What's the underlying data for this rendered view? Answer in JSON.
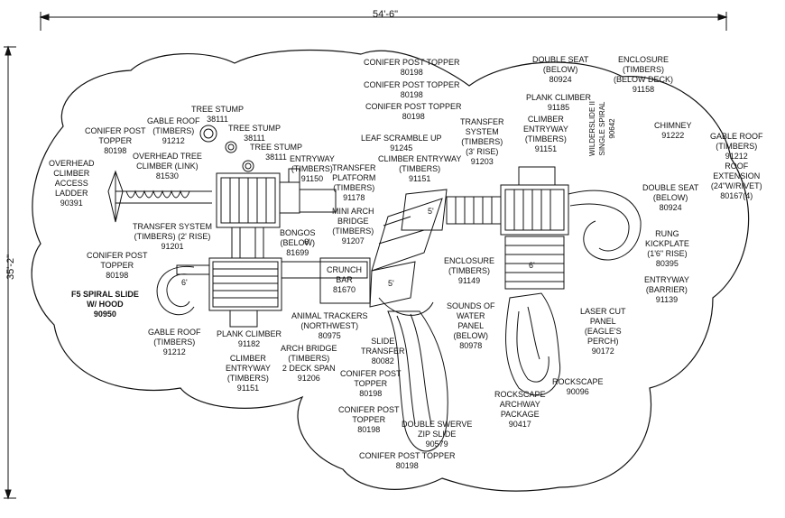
{
  "dimensions": {
    "width": "54'-6\"",
    "height": "35'-2\""
  },
  "labels": {
    "conifer_top_1": "CONIFER POST TOPPER\n80198",
    "conifer_top_2": "CONIFER POST TOPPER\n80198",
    "conifer_top_3": "CONIFER POST TOPPER\n80198",
    "double_seat_top": "DOUBLE SEAT\n(BELOW)\n80924",
    "enclosure_below_deck": "ENCLOSURE\n(TIMBERS)\n(BELOW DECK)\n91158",
    "plank_climber_right": "PLANK CLIMBER\n91185",
    "climber_entryway_right": "CLIMBER\nENTRYWAY\n(TIMBERS)\n91151",
    "wilderslide": "WILDERSLIDE II\nSINGLE SPIRAL\n90642",
    "chimney": "CHIMNEY\n91222",
    "gable_roof_right": "GABLE ROOF\n(TIMBERS)\n91212\nROOF\nEXTENSION\n(24\"W/RIVET)\n80167(4)",
    "double_seat_right": "DOUBLE SEAT\n(BELOW)\n80924",
    "rung_kickplate": "RUNG\nKICKPLATE\n(1'6\" RISE)\n80395",
    "entryway_barrier": "ENTRYWAY\n(BARRIER)\n91139",
    "laser_cut_panel": "LASER CUT\nPANEL\n(EAGLE'S\nPERCH)\n90172",
    "rockscape": "ROCKSCAPE\n90096",
    "rockscape_archway": "ROCKSCAPE\nARCHWAY\nPACKAGE\n90417",
    "transfer_system_3": "TRANSFER\nSYSTEM\n(TIMBERS)\n(3' RISE)\n91203",
    "leaf_scramble": "LEAF SCRAMBLE UP\n91245",
    "climber_entryway_mid": "CLIMBER ENTRYWAY\n(TIMBERS)\n91151",
    "enclosure_mid": "ENCLOSURE\n(TIMBERS)\n91149",
    "sounds_water": "SOUNDS OF\nWATER\nPANEL\n(BELOW)\n80978",
    "slide_transfer": "SLIDE\nTRANSFER\n80082",
    "conifer_mid_1": "CONIFER POST\nTOPPER\n80198",
    "conifer_mid_2": "CONIFER POST\nTOPPER\n80198",
    "double_swerve": "DOUBLE SWERVE\nZIP SLIDE\n90579",
    "conifer_bottom": "CONIFER POST TOPPER\n80198",
    "conifer_left_top": "CONIFER POST\nTOPPER\n80198",
    "gable_roof_left_top": "GABLE ROOF\n(TIMBERS)\n91212",
    "tree_stump_1": "TREE STUMP\n38111",
    "tree_stump_2": "TREE STUMP\n38111",
    "tree_stump_3": "TREE STUMP\n38111",
    "entryway_timbers": "ENTRYWAY\n(TIMBERS)\n91150",
    "transfer_platform": "TRANSFER\nPLATFORM\n(TIMBERS)\n91178",
    "mini_arch_bridge": "MINI ARCH\nBRIDGE\n(TIMBERS)\n91207",
    "overhead_climber": "OVERHEAD\nCLIMBER\nACCESS\nLADDER\n90391",
    "overhead_tree": "OVERHEAD TREE\nCLIMBER (LINK)\n81530",
    "transfer_system_2": "TRANSFER SYSTEM\n(TIMBERS) (2' RISE)\n91201",
    "bongos": "BONGOS\n(BELOW)\n81699",
    "crunch_bar": "CRUNCH\nBAR\n81670",
    "conifer_left_mid": "CONIFER POST\nTOPPER\n80198",
    "f5_spiral": "F5 SPIRAL SLIDE\nW/ HOOD\n90950",
    "animal_trackers": "ANIMAL TRACKERS\n(NORTHWEST)\n80975",
    "arch_bridge": "ARCH BRIDGE\n(TIMBERS)\n2 DECK SPAN\n91206",
    "gable_roof_left_bottom": "GABLE ROOF\n(TIMBERS)\n91212",
    "plank_climber_left": "PLANK CLIMBER\n91182",
    "climber_entryway_left": "CLIMBER\nENTRYWAY\n(TIMBERS)\n91151",
    "deck_6_left": "6'",
    "deck_6_mid": "6'",
    "deck_5_a": "5'",
    "deck_5_b": "5'",
    "deck_6_right": "6'"
  }
}
